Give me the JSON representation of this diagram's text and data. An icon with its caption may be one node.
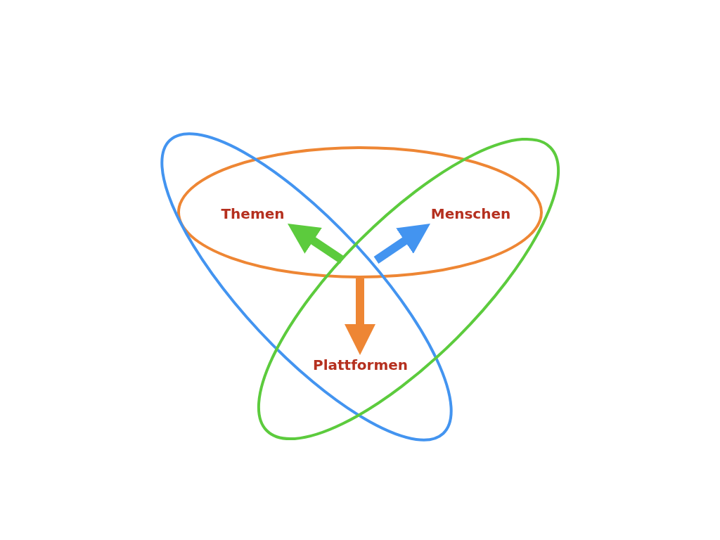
{
  "diagram": {
    "nodes": [
      {
        "text": [
          "Themen"
        ]
      },
      {
        "text": [
          "Menschen"
        ]
      },
      {
        "text": [
          "Plattformen"
        ]
      }
    ],
    "edges": [
      {
        "from": null,
        "to": 0,
        "arrow": "to",
        "color": "#5ccb3d"
      },
      {
        "from": null,
        "to": 1,
        "arrow": "to",
        "color": "#4394f0"
      },
      {
        "from": null,
        "to": 2,
        "arrow": "to",
        "color": "#ee8634"
      }
    ]
  }
}
